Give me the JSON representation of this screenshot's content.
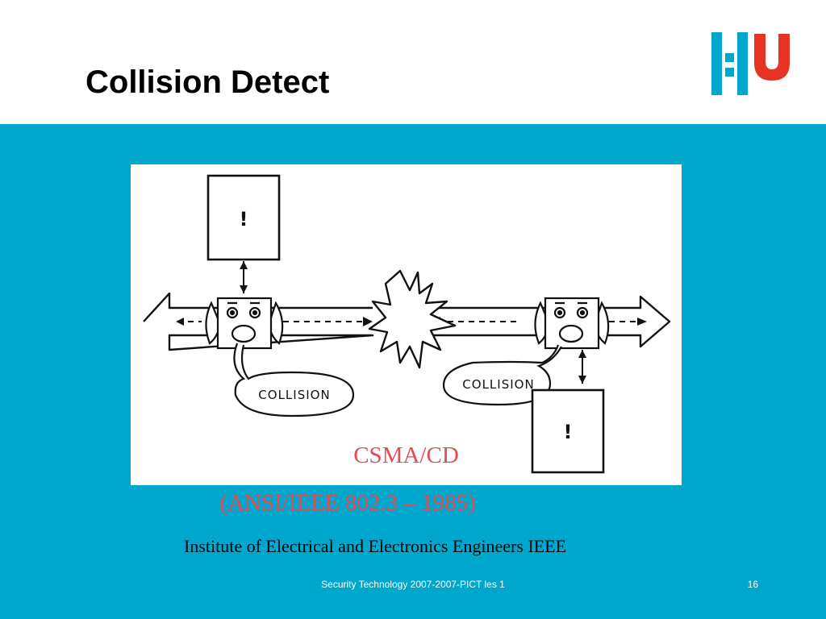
{
  "slide": {
    "title": "Collision Detect",
    "colors": {
      "band": "#00a7cc",
      "accent_text": "#e34b55",
      "logo_blue": "#00a7cc",
      "logo_red": "#e63323"
    }
  },
  "logo": {
    "icon": "hu-logo-icon"
  },
  "diagram": {
    "left_station": {
      "terminal_mark": "!",
      "speech": "COLLISION"
    },
    "right_station": {
      "terminal_mark": "!",
      "speech": "COLLISION"
    },
    "caption": "CSMA/CD"
  },
  "standard_text": "(ANSI/IEEE 802.3 – 1985)",
  "organization_text": "Institute of Electrical and Electronics Engineers IEEE",
  "footer": {
    "course": "Security Technology 2007-2007-PICT les 1",
    "page_number": "16"
  }
}
